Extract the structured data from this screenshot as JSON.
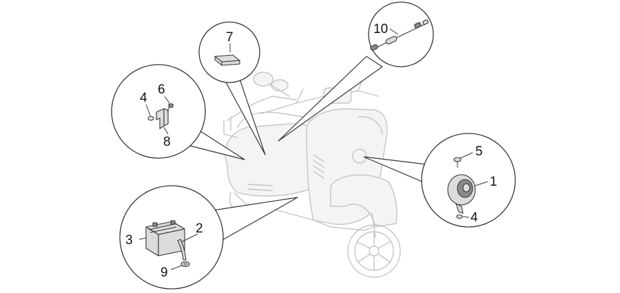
{
  "diagram": {
    "callouts": {
      "c1": "1",
      "c2": "2",
      "c3": "3",
      "c4a": "4",
      "c4b": "4",
      "c5": "5",
      "c6": "6",
      "c7": "7",
      "c8": "8",
      "c9": "9",
      "c10": "10"
    }
  }
}
